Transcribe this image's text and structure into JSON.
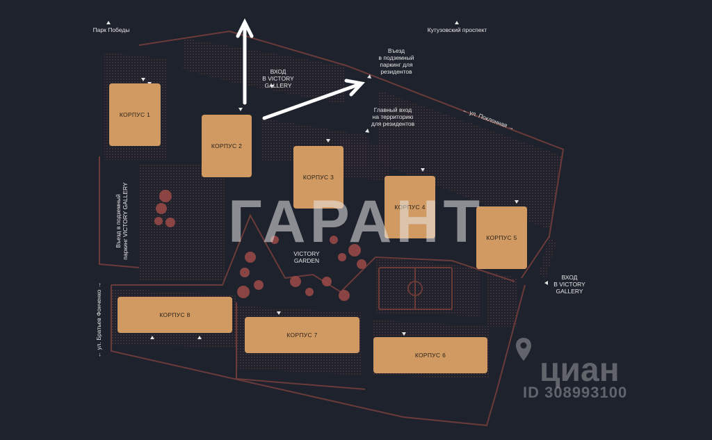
{
  "colors": {
    "background": "#1e222d",
    "building": "#d09a62",
    "path": "#6b3b3a",
    "trees": "#9c4a48",
    "text": "#e6e6e6"
  },
  "labels": {
    "park_pobedy": "Парк Победы",
    "kutuzovsky": "Кутузовский проспект",
    "entrance_parking_residents": "Въезд\nв подземный\nпаркинг для\nрезидентов",
    "entrance_victory_gallery_top": "ВХОД\nВ VICTORY\nGALLERY",
    "main_entrance": "Главный вход\nна территорию\nдля резидентов",
    "ul_poklonnaya": "← ул. Поклонная →",
    "parking_victory_gallery": "Въезд в подземный\nпаркинг VICTORY GALLERY",
    "victory_garden": "VICTORY\nGARDEN",
    "entrance_victory_gallery_right": "ВХОД\nВ VICTORY\nGALLERY",
    "ul_bratyev_fonchenko": "← ул. Братьев Фонченко →"
  },
  "buildings": {
    "b1": "КОРПУС 1",
    "b2": "КОРПУС 2",
    "b3": "КОРПУС 3",
    "b4": "КОРПУС 4",
    "b5": "КОРПУС 5",
    "b6": "КОРПУС 6",
    "b7": "КОРПУС 7",
    "b8": "КОРПУС 8"
  },
  "watermarks": {
    "garant": "ГАРАНТ",
    "cian": "циан",
    "cian_id": "ID 308993100"
  }
}
